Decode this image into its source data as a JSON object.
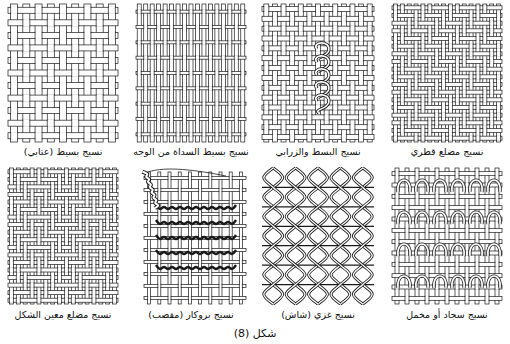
{
  "diagram": {
    "caption": "شكل (8)",
    "labels": [
      "نسيج بسيط (عتابي)",
      "نسيج بسيط السداة من الوجه",
      "نسيج البسط والزرابي",
      "نسيج مضلع قطري",
      "نسيج مضلع معين الشكل",
      "نسيج بروكار (مقصب)",
      "نسيج غزي (شاش)",
      "نسيج سجاد أو مخمل"
    ]
  }
}
